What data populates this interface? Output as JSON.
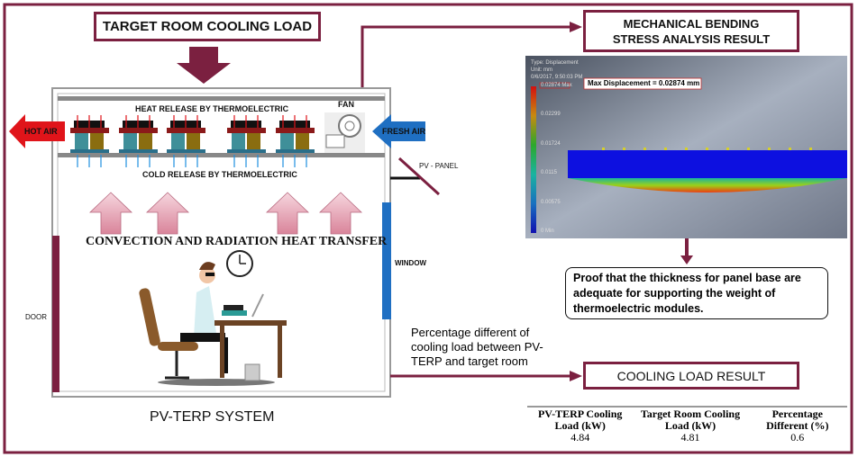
{
  "colors": {
    "frame": "#7b2040",
    "hot_air": "#e0141a",
    "fresh_air": "#1f6fc2",
    "window": "#1f6fc2",
    "pink_arrow": "#e7a7b6"
  },
  "left": {
    "target_room_title": "TARGET ROOM COOLING LOAD",
    "heat_release": "HEAT RELEASE BY THERMOELECTRIC",
    "cold_release": "COLD RELEASE BY THERMOELECTRIC",
    "fan": "FAN",
    "hot_air": "HOT AIR",
    "fresh_air": "FRESH AIR",
    "pv_panel": "PV - PANEL",
    "convection": "CONVECTION AND RADIATION HEAT TRANSFER",
    "window": "WINDOW",
    "door": "DOOR",
    "system_title": "PV-TERP SYSTEM"
  },
  "connector_text": "Percentage different of cooling load between PV-TERP and target room",
  "right": {
    "mechanical_title_1": "MECHANICAL BENDING",
    "mechanical_title_2": "STRESS ANALYSIS RESULT",
    "fea": {
      "type": "Type: Displacement",
      "unit": "Unit: mm",
      "date": "0/6/2017, 9:50:03 PM",
      "max_callout": "Max Displacement = 0.02874 mm",
      "colorbar": [
        "0.02874 Max",
        "0.02299",
        "0.01724",
        "0.0115",
        "0.00575",
        "0 Min"
      ]
    },
    "proof_text": "Proof that the thickness for panel base are adequate for supporting the weight of thermoelectric modules.",
    "cooling_result_title": "COOLING LOAD RESULT",
    "table": {
      "headers": [
        "PV-TERP Cooling Load (kW)",
        "Target Room Cooling Load (kW)",
        "Percentage Different (%)"
      ],
      "values": [
        "4.84",
        "4.81",
        "0.6"
      ]
    }
  }
}
